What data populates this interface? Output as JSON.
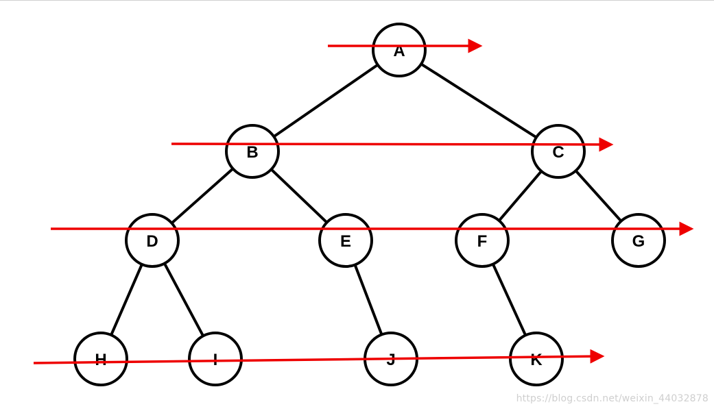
{
  "tree": {
    "nodes": [
      {
        "id": "A",
        "label": "A"
      },
      {
        "id": "B",
        "label": "B"
      },
      {
        "id": "C",
        "label": "C"
      },
      {
        "id": "D",
        "label": "D"
      },
      {
        "id": "E",
        "label": "E"
      },
      {
        "id": "F",
        "label": "F"
      },
      {
        "id": "G",
        "label": "G"
      },
      {
        "id": "H",
        "label": "H"
      },
      {
        "id": "I",
        "label": "I"
      },
      {
        "id": "J",
        "label": "J"
      },
      {
        "id": "K",
        "label": "K"
      }
    ],
    "edges": [
      [
        "A",
        "B"
      ],
      [
        "A",
        "C"
      ],
      [
        "B",
        "D"
      ],
      [
        "B",
        "E"
      ],
      [
        "C",
        "F"
      ],
      [
        "C",
        "G"
      ],
      [
        "D",
        "H"
      ],
      [
        "D",
        "I"
      ],
      [
        "E",
        "J"
      ],
      [
        "F",
        "K"
      ]
    ]
  },
  "colors": {
    "node_stroke": "#000000",
    "node_fill": "#ffffff",
    "edge": "#000000",
    "arrow": "#ee0000"
  },
  "watermark": {
    "text": "https://blog.csdn.net/weixin_44032878"
  }
}
